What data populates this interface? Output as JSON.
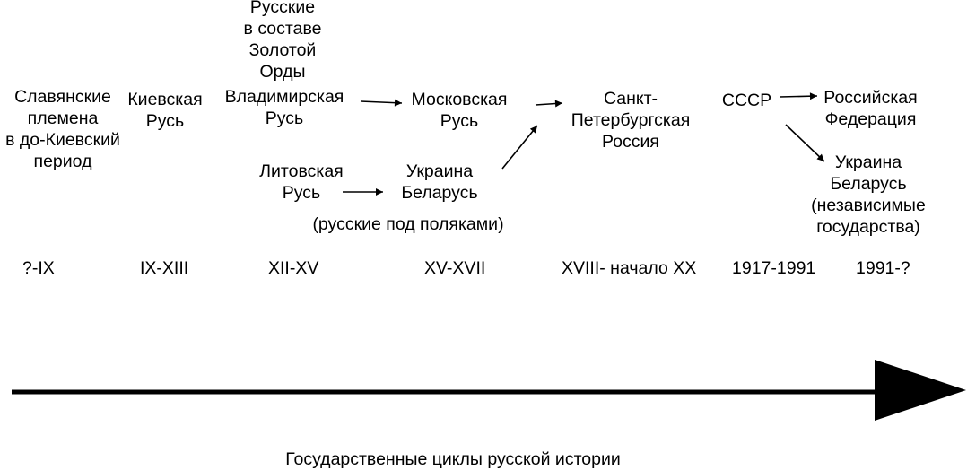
{
  "entities": {
    "slavic_tribes": "Славянские\nплемена\nв до-Киевский\nпериод",
    "kievan_rus": "Киевская\nРусь",
    "golden_horde": "Русские\nв составе\nЗолотой\nОрды",
    "vladimir_rus": "Владимирская\nРусь",
    "lithuanian_rus": "Литовская\nРусь",
    "moscow_rus": "Московская\nРусь",
    "ukraine_belarus": "Украина\nБеларусь",
    "under_poles": "(русские под поляками)",
    "petersburg_russia": "Санкт-\nПетербургская\nРоссия",
    "ussr": "СССР",
    "russian_federation": "Российская\nФедерация",
    "ukraine_belarus_independent": "Украина\nБеларусь\n(независимые\nгосударства)"
  },
  "periods": [
    "?-IX",
    "IX-XIII",
    "XII-XV",
    "XV-XVII",
    "XVIII- начало XX",
    "1917-1991",
    "1991-?"
  ],
  "caption": "Государственные циклы русской истории"
}
